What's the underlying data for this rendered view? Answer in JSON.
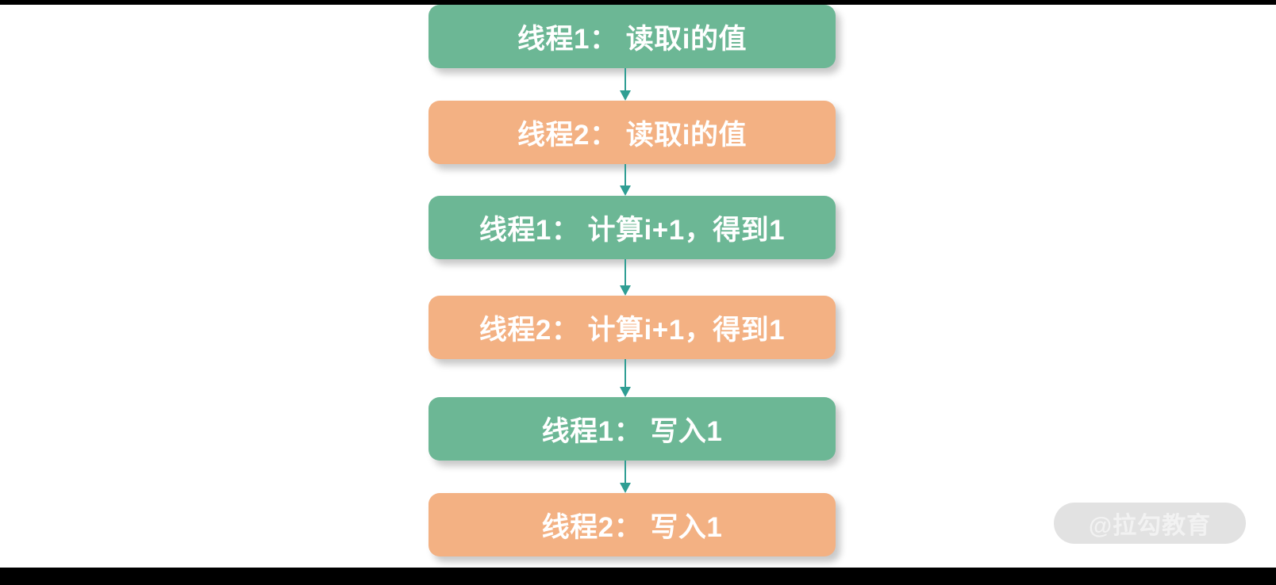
{
  "slide": {
    "background_color": "#FFFFFF",
    "letterbox_color": "#000000",
    "arrow_color": "#2F9E93"
  },
  "flow": {
    "nodes": [
      {
        "label": "线程1： 读取i的值",
        "thread": "线程1",
        "action": "读取i的值",
        "color": "#6CB795",
        "style": "green"
      },
      {
        "label": "线程2： 读取i的值",
        "thread": "线程2",
        "action": "读取i的值",
        "color": "#F3B183",
        "style": "orange"
      },
      {
        "label": "线程1： 计算i+1，得到1",
        "thread": "线程1",
        "action": "计算i+1，得到1",
        "color": "#6CB795",
        "style": "green"
      },
      {
        "label": "线程2： 计算i+1，得到1",
        "thread": "线程2",
        "action": "计算i+1，得到1",
        "color": "#F3B183",
        "style": "orange"
      },
      {
        "label": "线程1： 写入1",
        "thread": "线程1",
        "action": "写入1",
        "color": "#6CB795",
        "style": "green"
      },
      {
        "label": "线程2： 写入1",
        "thread": "线程2",
        "action": "写入1",
        "color": "#F3B183",
        "style": "orange"
      }
    ],
    "connector_icon": "down-arrow-icon",
    "connector_count": 5
  },
  "watermark": {
    "text": "@拉勾教育"
  }
}
